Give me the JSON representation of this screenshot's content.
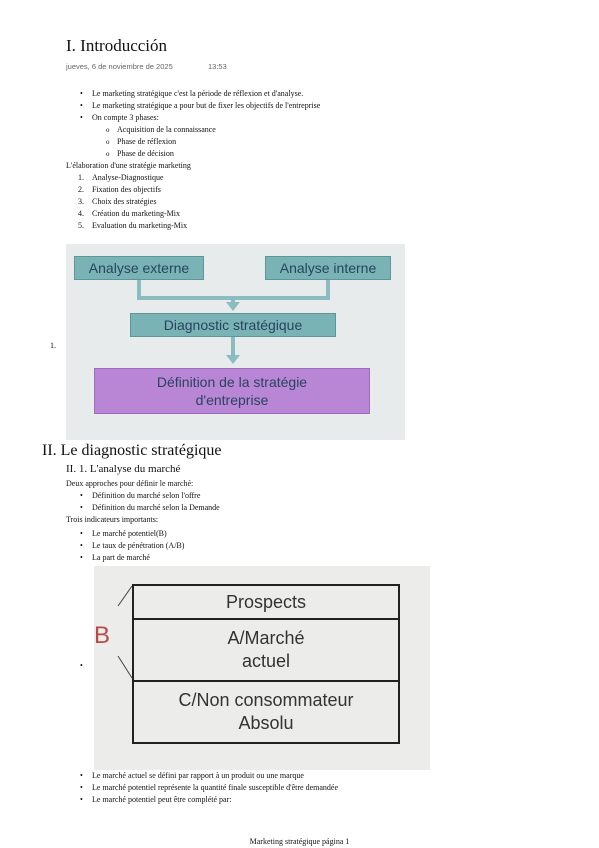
{
  "section1": {
    "title": "I. Introducción",
    "date": "jueves, 6 de noviembre de 2025",
    "time": "13:53",
    "bullets": [
      "Le marketing stratégique c'est la période de réflexion et d'analyse.",
      "Le marketing stratégique a pour but de fixer les objectifs de l'entreprise",
      "On compte 3 phases:"
    ],
    "phases": [
      "Acquisition de la connaissance",
      "Phase de réflexion",
      "Phase de décision"
    ],
    "elaboration_title": "L'élaboration d'une stratégie marketing",
    "steps": [
      {
        "num": "1.",
        "label": "Analyse-Diagnostique"
      },
      {
        "num": "2.",
        "label": "Fixation des objectifs"
      },
      {
        "num": "3.",
        "label": "Choix des stratégies"
      },
      {
        "num": "4.",
        "label": "Création du marketing-Mix"
      },
      {
        "num": "5.",
        "label": "Evaluation du marketing-Mix"
      }
    ],
    "fig_item_num": "1.",
    "diagram": {
      "external": "Analyse externe",
      "internal": "Analyse interne",
      "diagnostic": "Diagnostic stratégique",
      "definition_line1": "Définition de la stratégie",
      "definition_line2": "d'entreprise"
    }
  },
  "section2": {
    "title": "II.  Le diagnostic stratégique",
    "subtitle": "II. 1. L'analyse du marché",
    "approaches_title": "Deux approches pour définir le marché:",
    "approaches": [
      "Définition du marché selon l'offre",
      "Définition du marché selon la Demande"
    ],
    "indicators_title": "Trois indicateurs importants:",
    "indicators": [
      "Le marché potentiel(B)",
      "Le taux de pénétration (A/B)",
      "La part de marché"
    ],
    "market_fig": {
      "letter": "B",
      "top": "Prospects",
      "middle_line1": "A/Marché",
      "middle_line2": "actuel",
      "bottom_line1": "C/Non consommateur",
      "bottom_line2": "Absolu"
    },
    "final_bullets": [
      "Le marché actuel se défini par rapport à un produit ou une marque",
      "Le marché potentiel représente la quantité finale susceptible d'être demandée",
      "Le marché potentiel peut être  complété par:"
    ]
  },
  "footer": "Marketing stratégique página 1"
}
